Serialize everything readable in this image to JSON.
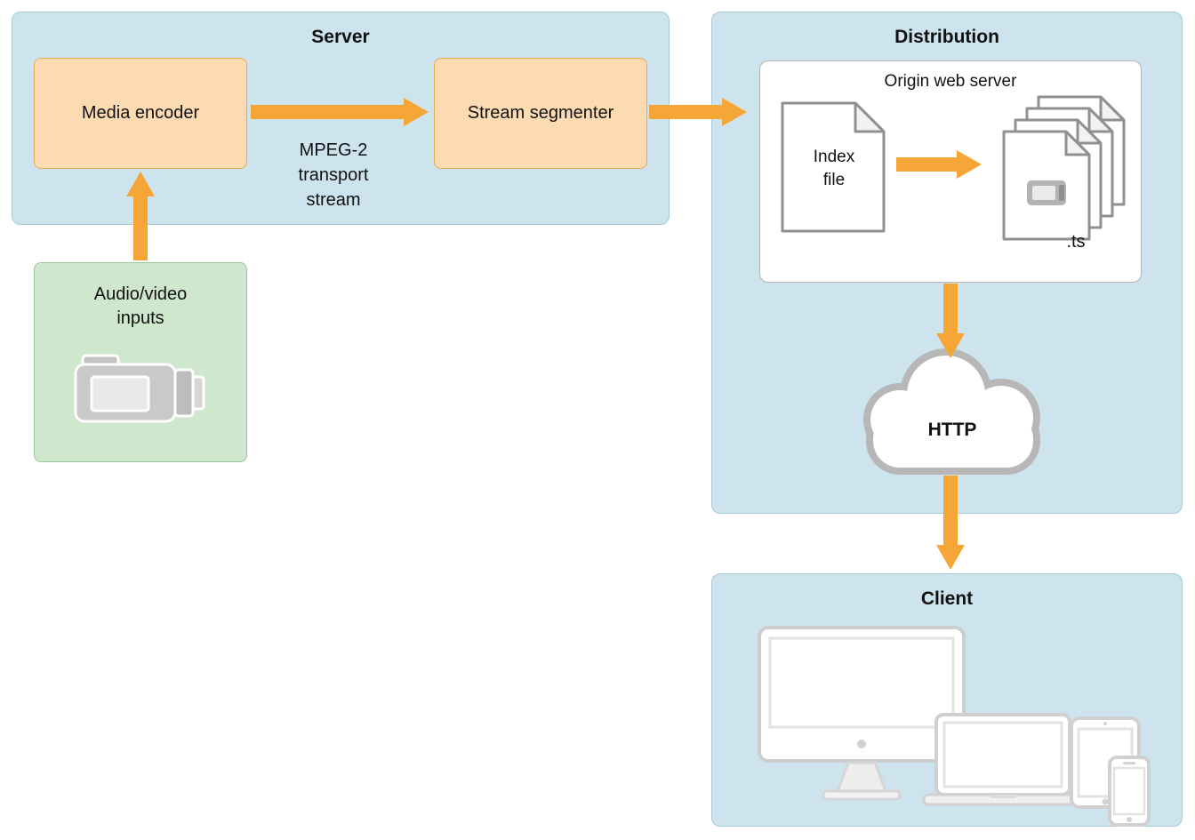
{
  "server": {
    "title": "Server",
    "media_encoder_label": "Media encoder",
    "stream_segmenter_label": "Stream segmenter",
    "stream_arrow_label": "MPEG-2\ntransport\nstream"
  },
  "inputs": {
    "label": "Audio/video\ninputs",
    "icon": "camcorder-icon"
  },
  "distribution": {
    "title": "Distribution",
    "origin_server_title": "Origin web server",
    "index_file_label": "Index\nfile",
    "ts_file_label": ".ts",
    "cloud_label": "HTTP"
  },
  "client": {
    "title": "Client",
    "icons": [
      "imac-icon",
      "macbook-icon",
      "ipad-icon",
      "iphone-icon"
    ]
  },
  "colors": {
    "panel_blue": "#cde4ee",
    "panel_blue_border": "#a9c9d7",
    "node_orange": "#fcdbb2",
    "node_orange_border": "#eaaa52",
    "node_green": "#cfe8cd",
    "node_green_border": "#9ac898",
    "arrow_orange": "#f5a636",
    "cloud_gray": "#b7b7b7",
    "file_outline_gray": "#909090"
  }
}
